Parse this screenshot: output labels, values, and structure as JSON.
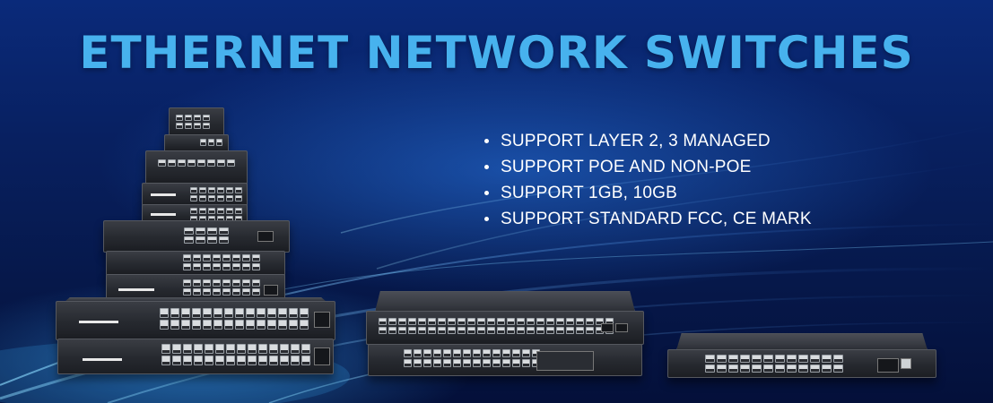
{
  "banner": {
    "title": "ETHERNET NETWORK SWITCHES",
    "features": [
      "SUPPORT LAYER 2, 3 MANAGED",
      "SUPPORT POE AND NON-POE",
      "SUPPORT 1GB, 10GB",
      "SUPPORT STANDARD FCC, CE MARK"
    ],
    "colors": {
      "title": "#47b2ee",
      "feature_text": "#ffffff",
      "background": "#06184a"
    }
  }
}
